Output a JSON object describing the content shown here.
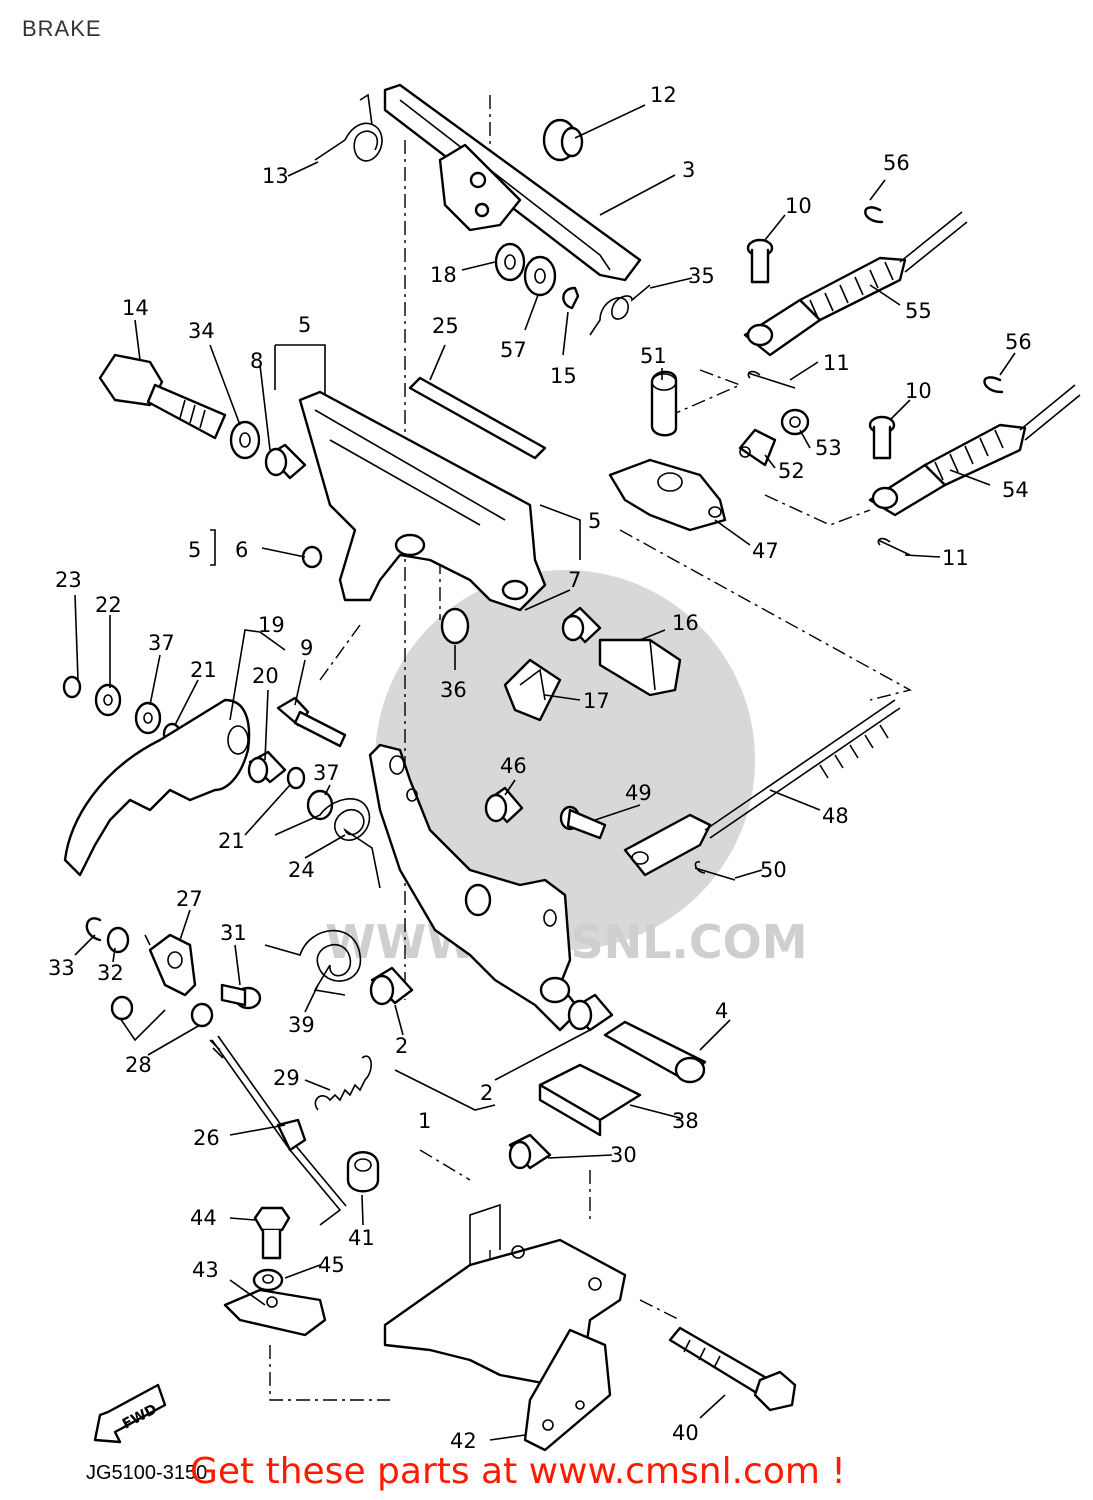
{
  "title": "BRAKE",
  "watermark": "WWW.CMSNL.COM",
  "drawing_code": "JG5100-3150",
  "fwd_label": "FWD",
  "footer_link": "Get these parts at www.cmsnl.com !",
  "labels": {
    "l12": "12",
    "l3": "3",
    "l13": "13",
    "l56a": "56",
    "l10a": "10",
    "l18": "18",
    "l35": "35",
    "l14": "14",
    "l34": "34",
    "l5a": "5",
    "l25": "25",
    "l8": "8",
    "l57": "57",
    "l15": "15",
    "l55": "55",
    "l51": "51",
    "l11a": "11",
    "l56b": "56",
    "l10b": "10",
    "l53": "53",
    "l52": "52",
    "l54": "54",
    "l5b": "5",
    "l5c": "5",
    "l6": "6",
    "l47": "47",
    "l11b": "11",
    "l23": "23",
    "l22": "22",
    "l7": "7",
    "l37a": "37",
    "l16": "16",
    "l19": "19",
    "l9": "9",
    "l21a": "21",
    "l20": "20",
    "l36": "36",
    "l17": "17",
    "l37b": "37",
    "l46": "46",
    "l49": "49",
    "l48": "48",
    "l21b": "21",
    "l24": "24",
    "l50": "50",
    "l27": "27",
    "l31": "31",
    "l33": "33",
    "l32": "32",
    "l39": "39",
    "l4": "4",
    "l28": "28",
    "l2a": "2",
    "l29": "29",
    "l2b": "2",
    "l1": "1",
    "l38": "38",
    "l26": "26",
    "l30": "30",
    "l44": "44",
    "l41": "41",
    "l43": "43",
    "l45": "45",
    "l40": "40",
    "l42": "42"
  }
}
